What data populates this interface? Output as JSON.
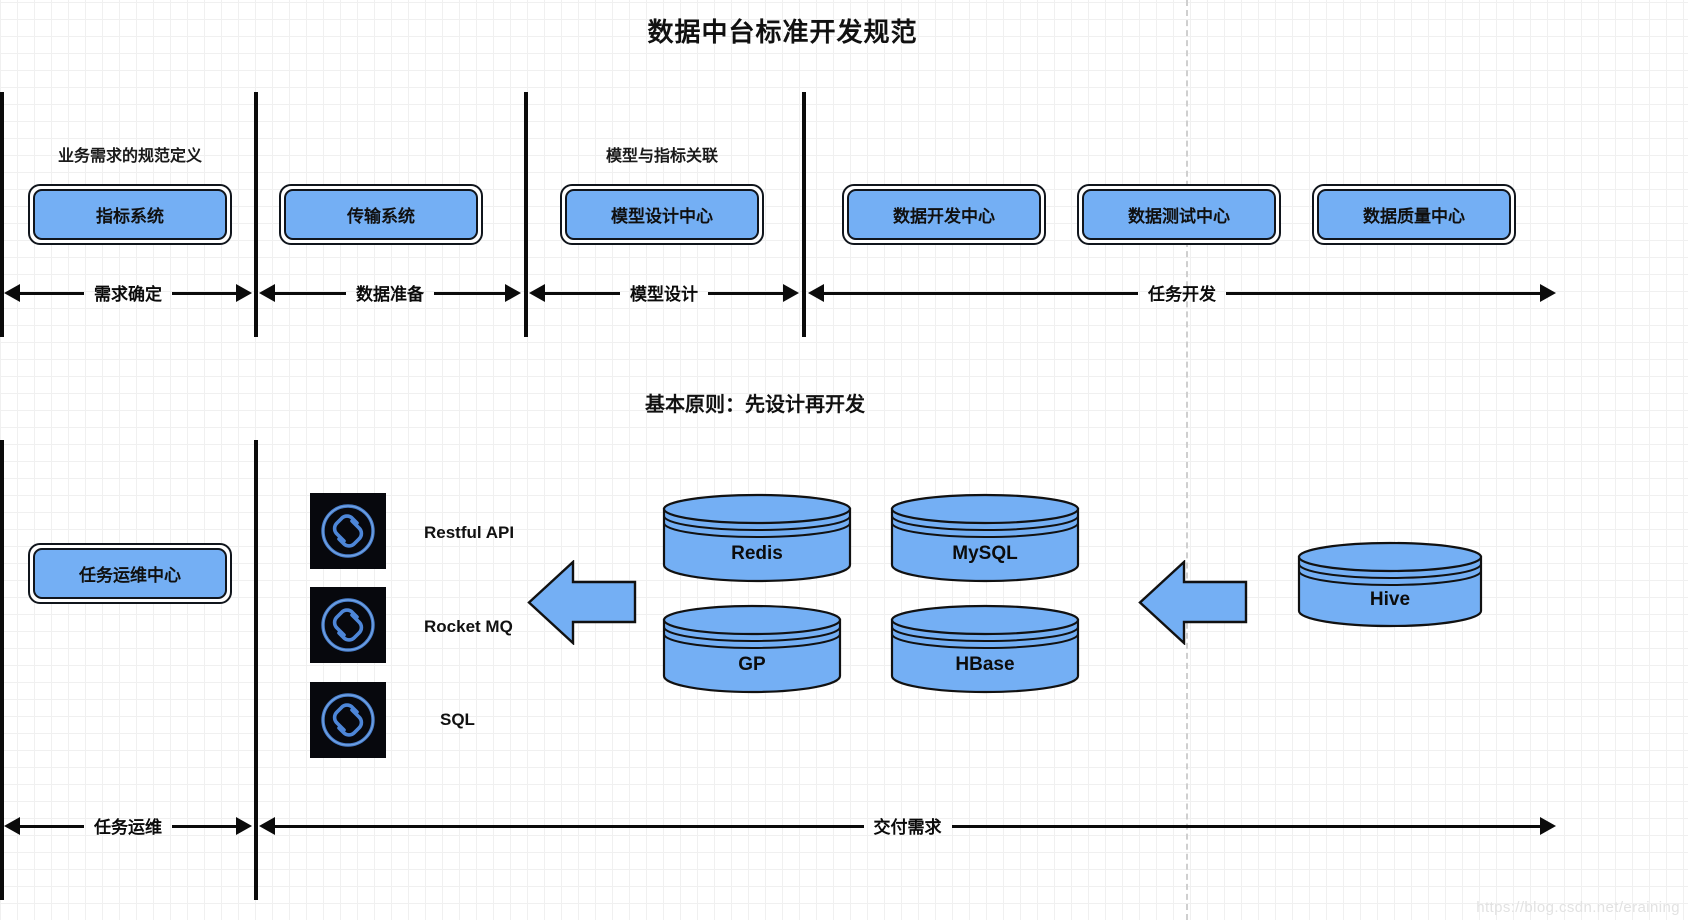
{
  "diagram": {
    "title": "数据中台标准开发规范",
    "principle": "基本原则：先设计再开发",
    "watermark": "https://blog.csdn.net/eraining"
  },
  "top_section": {
    "captions": [
      {
        "text": "业务需求的规范定义"
      },
      {
        "text": "模型与指标关联"
      }
    ],
    "nodes": [
      {
        "label": "指标系统"
      },
      {
        "label": "传输系统"
      },
      {
        "label": "模型设计中心"
      },
      {
        "label": "数据开发中心"
      },
      {
        "label": "数据测试中心"
      },
      {
        "label": "数据质量中心"
      }
    ],
    "phases": [
      {
        "label": "需求确定"
      },
      {
        "label": "数据准备"
      },
      {
        "label": "模型设计"
      },
      {
        "label": "任务开发"
      }
    ]
  },
  "bottom_section": {
    "nodes": [
      {
        "label": "任务运维中心"
      }
    ],
    "interfaces": [
      {
        "icon": "link-icon",
        "label": "Restful API"
      },
      {
        "icon": "link-icon",
        "label": "Rocket MQ"
      },
      {
        "icon": "link-icon",
        "label": "SQL"
      }
    ],
    "stores": [
      {
        "label": "Redis"
      },
      {
        "label": "MySQL"
      },
      {
        "label": "GP"
      },
      {
        "label": "HBase"
      }
    ],
    "source_stores": [
      {
        "label": "Hive"
      }
    ],
    "phases": [
      {
        "label": "任务运维"
      },
      {
        "label": "交付需求"
      }
    ]
  },
  "colors": {
    "node_fill": "#74aff4",
    "node_stroke": "#10151c",
    "line": "#0b0b0b",
    "icon_bg": "#07080d",
    "icon_glyph": "#4d86d8"
  }
}
